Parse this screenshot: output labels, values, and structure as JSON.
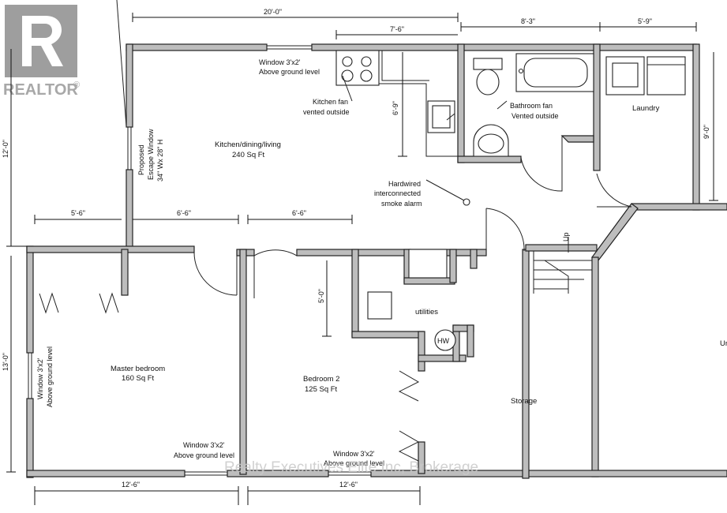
{
  "logo": {
    "brand_text": "REALTOR",
    "trademark": "®"
  },
  "watermark": "Realty Executives Elite Inc, Brokerage",
  "rooms": {
    "kitchen": {
      "name": "Kitchen/dining/living",
      "area": "240 Sq Ft"
    },
    "bathroom_fan": {
      "line1": "Bathroom fan",
      "line2": "Vented outside"
    },
    "laundry": "Laundry",
    "master": {
      "name": "Master bedroom",
      "area": "160 Sq Ft"
    },
    "bedroom2": {
      "name": "Bedroom 2",
      "area": "125 Sq Ft"
    },
    "utilities": "utilities",
    "storage": "Storage",
    "unfinished_partial": "Ur",
    "water_heater": "HW",
    "stairs_up": "Up"
  },
  "notes": {
    "window_top": {
      "line1": "Window 3'x2'",
      "line2": "Above ground level"
    },
    "kitchen_fan": {
      "line1": "Kitchen fan",
      "line2": "vented outside"
    },
    "smoke_alarm": {
      "line1": "Hardwired",
      "line2": "interconnected",
      "line3": "smoke alarm"
    },
    "escape_window": {
      "line1": "Proposed",
      "line2": "Escape Window",
      "line3": "34\" Wx 28\" H"
    },
    "window_left": {
      "line1": "Window 3'x2'",
      "line2": "Above ground level"
    },
    "window_bottom_master": {
      "line1": "Window 3'x2'",
      "line2": "Above ground level"
    },
    "window_bottom_bed2": {
      "line1": "Window 3'x2'",
      "line2": "Above ground level"
    }
  },
  "dimensions": {
    "top_total": "20'-0\"",
    "top_kitchen": "7'-6\"",
    "top_bath": "8'-3\"",
    "top_laundry": "5'-9\"",
    "kitchen_depth": "6'-9\"",
    "laundry_depth": "9'-0\"",
    "left_upper": "12'-0\"",
    "left_lower": "13'-0\"",
    "mid_left": "5'-6\"",
    "mid_center": "6'-6\"",
    "mid_right": "6'-6\"",
    "bed2_closet": "5'-0\"",
    "bottom_master": "12'-6\"",
    "bottom_bed2": "12'-6\""
  }
}
